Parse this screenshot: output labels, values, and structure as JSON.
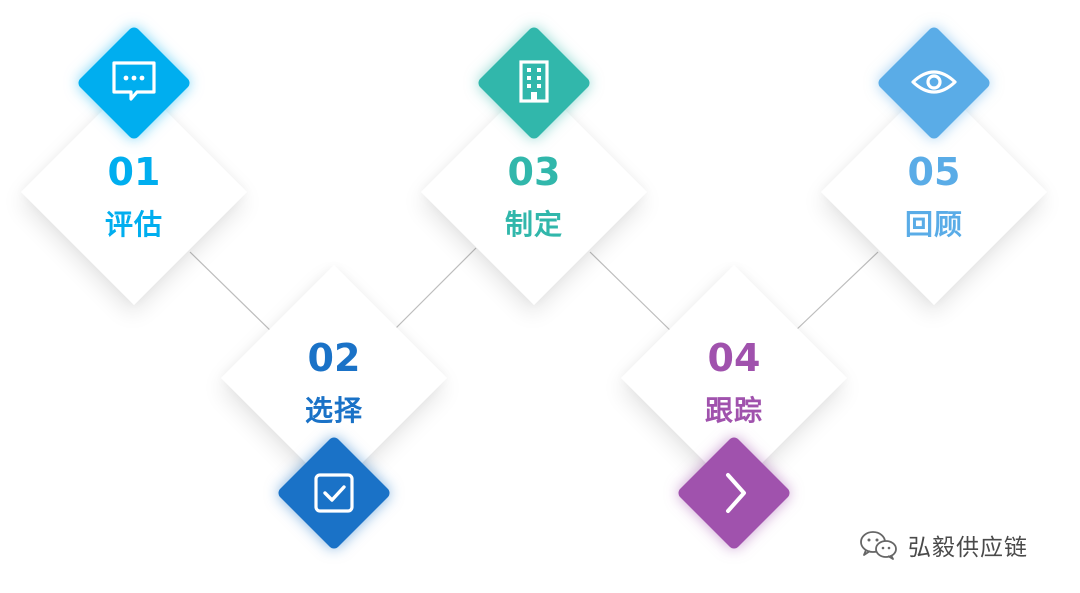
{
  "steps": [
    {
      "number": "01",
      "title": "评估",
      "color": "#00aeef",
      "icon": "chat-bubble-icon"
    },
    {
      "number": "02",
      "title": "选择",
      "color": "#1a72c7",
      "icon": "checkbox-icon"
    },
    {
      "number": "03",
      "title": "制定",
      "color": "#31b7ab",
      "icon": "building-icon"
    },
    {
      "number": "04",
      "title": "跟踪",
      "color": "#a052ad",
      "icon": "chevron-right-icon"
    },
    {
      "number": "05",
      "title": "回顾",
      "color": "#5aace7",
      "icon": "eye-icon"
    }
  ],
  "watermark": {
    "text": "弘毅供应链",
    "icon": "wechat-icon"
  }
}
